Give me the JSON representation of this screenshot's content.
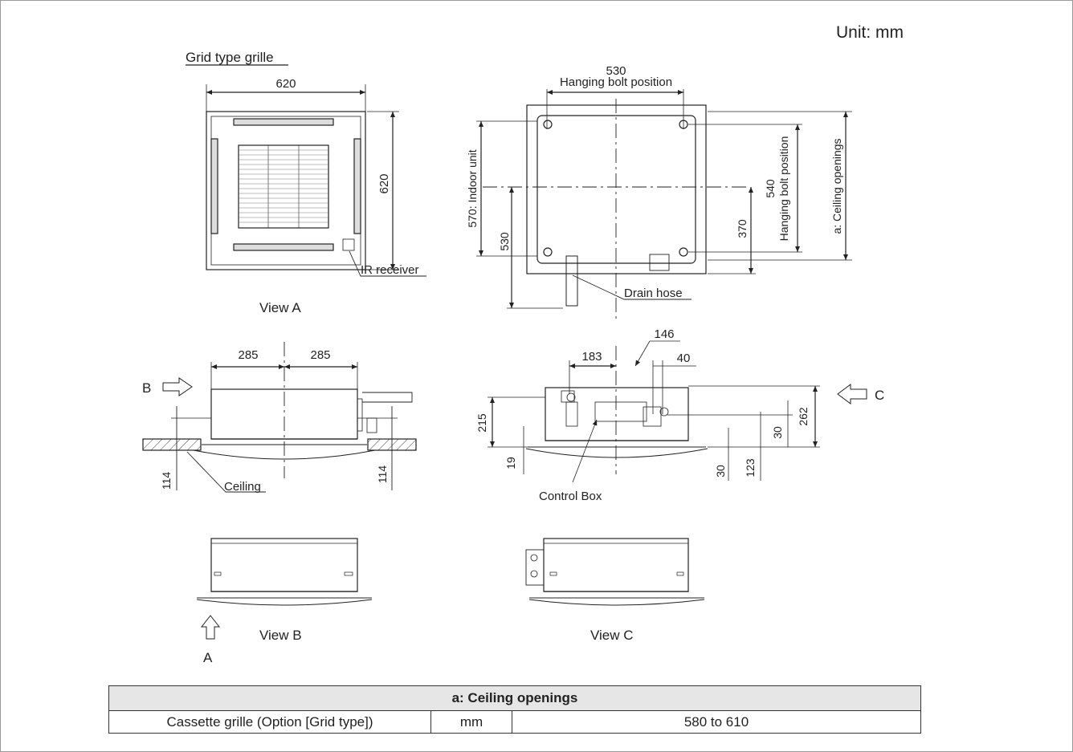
{
  "unit_label": "Unit: mm",
  "view_a": {
    "title": "Grid type grille",
    "width_dim": "620",
    "height_dim": "620",
    "ir_label": "IR receiver",
    "caption": "View A"
  },
  "top_right": {
    "bolt_h_dim": "530",
    "bolt_h_label": "Hanging bolt position",
    "indoor_dim": "570: Indoor unit",
    "dim_530": "530",
    "dim_370": "370",
    "bolt_v_dim": "540",
    "bolt_v_label": "Hanging bolt position",
    "ceiling_label": "a: Ceiling openings",
    "drain_label": "Drain hose"
  },
  "side_b": {
    "arrow_label": "B",
    "left_dim": "285",
    "right_dim": "285",
    "ceiling_left_dim": "114",
    "ceiling_right_dim": "114",
    "ceiling_label": "Ceiling"
  },
  "side_c": {
    "arrow_label": "C",
    "dim_146": "146",
    "dim_183": "183",
    "dim_40": "40",
    "dim_215": "215",
    "dim_19": "19",
    "dim_30a": "30",
    "dim_30b": "30",
    "dim_123": "123",
    "dim_262": "262",
    "control_box_label": "Control Box"
  },
  "view_b": {
    "caption": "View B",
    "arrow_label": "A"
  },
  "view_c": {
    "caption": "View C"
  },
  "table": {
    "header": "a: Ceiling openings",
    "row": {
      "item": "Cassette grille (Option [Grid type])",
      "unit": "mm",
      "value": "580 to 610"
    }
  }
}
